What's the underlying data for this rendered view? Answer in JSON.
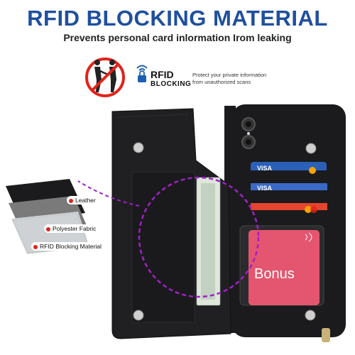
{
  "header": {
    "title": "RFID BLOCKING MATERIAL",
    "subtitle": "Prevents personal card inlormation Irom leaking"
  },
  "rfid_badge": {
    "label_top": "RFID",
    "label_bottom": "BLOCKING",
    "description_line1": "Protect your private information",
    "description_line2": "from unauthorized scans"
  },
  "layers": [
    {
      "label": "Leather"
    },
    {
      "label": "Polyester Fabric"
    },
    {
      "label": "RFID Blocking Material"
    }
  ],
  "card": {
    "bonus_text": "Bonus",
    "visa_text": "VISA"
  },
  "colors": {
    "title": "#1f4f9e",
    "accent_purple": "#a020c8",
    "case_black": "#1b1b1d",
    "dot_red": "#e2231a"
  },
  "icons": [
    "no-pickpocket-icon",
    "rfid-lock-icon",
    "snap-button-icon",
    "camera-lens-icon"
  ]
}
